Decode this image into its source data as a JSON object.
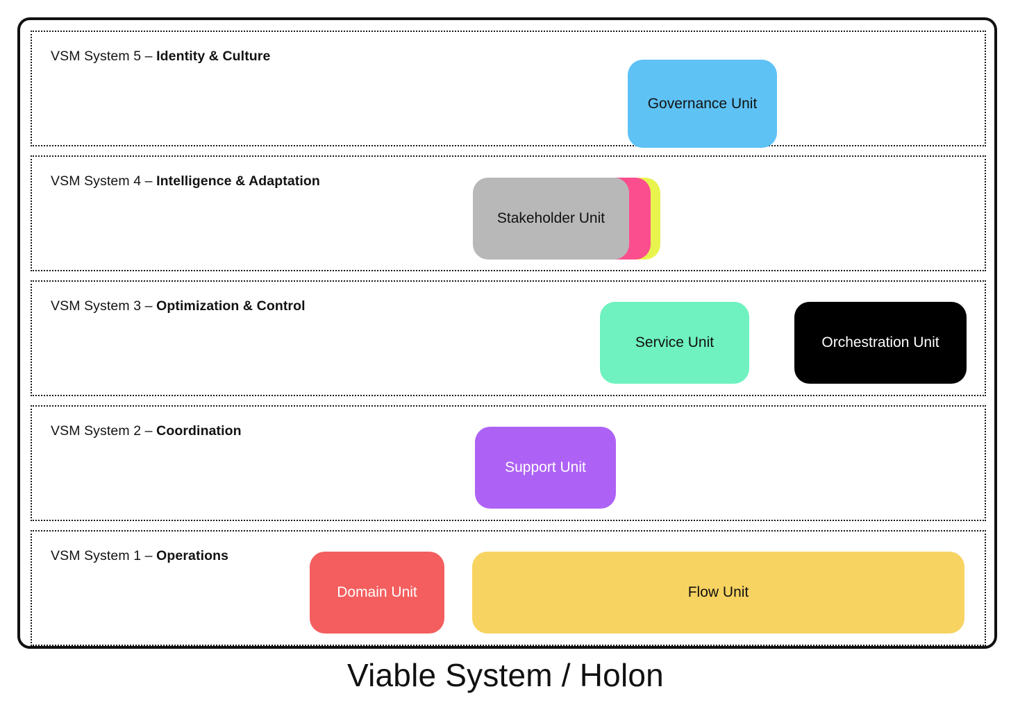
{
  "diagram": {
    "caption": "Viable System / Holon",
    "rows": [
      {
        "id": "system-5",
        "prefix": "VSM System 5 – ",
        "name": "Identity & Culture",
        "units": [
          {
            "label": "Governance Unit",
            "color": "#5EC2F5",
            "text_color": "#111111"
          }
        ]
      },
      {
        "id": "system-4",
        "prefix": "VSM System 4 – ",
        "name": "Intelligence & Adaptation",
        "units": [
          {
            "label": "Stakeholder Unit",
            "color": "#B8B8B8",
            "text_color": "#111111"
          }
        ],
        "stack_colors": [
          "#E8F34E",
          "#FB4E8E",
          "#B8B8B8"
        ]
      },
      {
        "id": "system-3",
        "prefix": "VSM System 3 – ",
        "name": "Optimization & Control",
        "units": [
          {
            "label": "Service Unit",
            "color": "#6FF2C0",
            "text_color": "#111111"
          },
          {
            "label": "Orchestration Unit",
            "color": "#000000",
            "text_color": "#ffffff"
          }
        ]
      },
      {
        "id": "system-2",
        "prefix": "VSM System 2 – ",
        "name": "Coordination",
        "units": [
          {
            "label": "Support Unit",
            "color": "#AE62F5",
            "text_color": "#ffffff"
          }
        ]
      },
      {
        "id": "system-1",
        "prefix": "VSM System 1 – ",
        "name": "Operations",
        "units": [
          {
            "label": "Domain Unit",
            "color": "#F45E5E",
            "text_color": "#ffffff"
          },
          {
            "label": "Flow Unit",
            "color": "#F7D361",
            "text_color": "#111111"
          }
        ]
      }
    ],
    "frame_color": "#111111",
    "panel_border_color": "#161616"
  }
}
